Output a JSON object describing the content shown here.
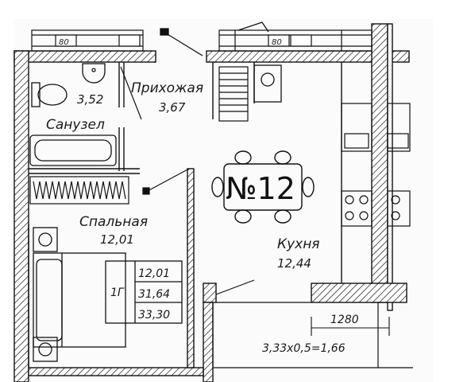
{
  "apartment": {
    "number_label": "№12",
    "type_label": "1Г",
    "areas_table": [
      "12,01",
      "31,64",
      "33,30"
    ]
  },
  "rooms": {
    "bathroom": {
      "name": "Санузел",
      "area": "3,52"
    },
    "hallway": {
      "name": "Прихожая",
      "area": "3,67"
    },
    "bedroom": {
      "name": "Спальная",
      "area": "12,01"
    },
    "kitchen": {
      "name": "Кухня",
      "area": "12,44"
    }
  },
  "dimensions": {
    "balcony_width": "1280",
    "balcony_formula": "3,33x0,5=1,66"
  },
  "window_marks": {
    "top_left": "80",
    "top_center": "80"
  }
}
